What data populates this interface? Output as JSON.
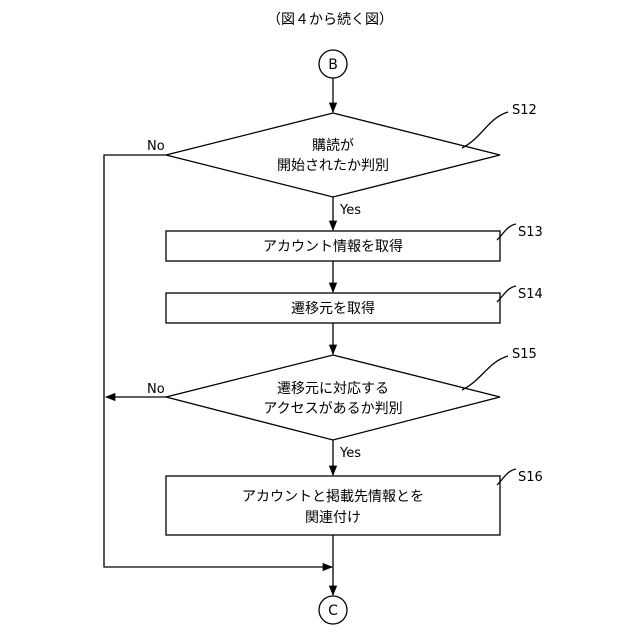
{
  "header": {
    "title": "（図４から続く図）"
  },
  "connectors": {
    "start": "B",
    "end": "C"
  },
  "steps": {
    "s12": {
      "id": "S12",
      "line1": "購読が",
      "line2": "開始されたか判別",
      "no": "No",
      "yes": "Yes"
    },
    "s13": {
      "id": "S13",
      "label": "アカウント情報を取得"
    },
    "s14": {
      "id": "S14",
      "label": "遷移元を取得"
    },
    "s15": {
      "id": "S15",
      "line1": "遷移元に対応する",
      "line2": "アクセスがあるか判別",
      "no": "No",
      "yes": "Yes"
    },
    "s16": {
      "id": "S16",
      "line1": "アカウントと掲載先情報とを",
      "line2": "関連付け"
    }
  }
}
